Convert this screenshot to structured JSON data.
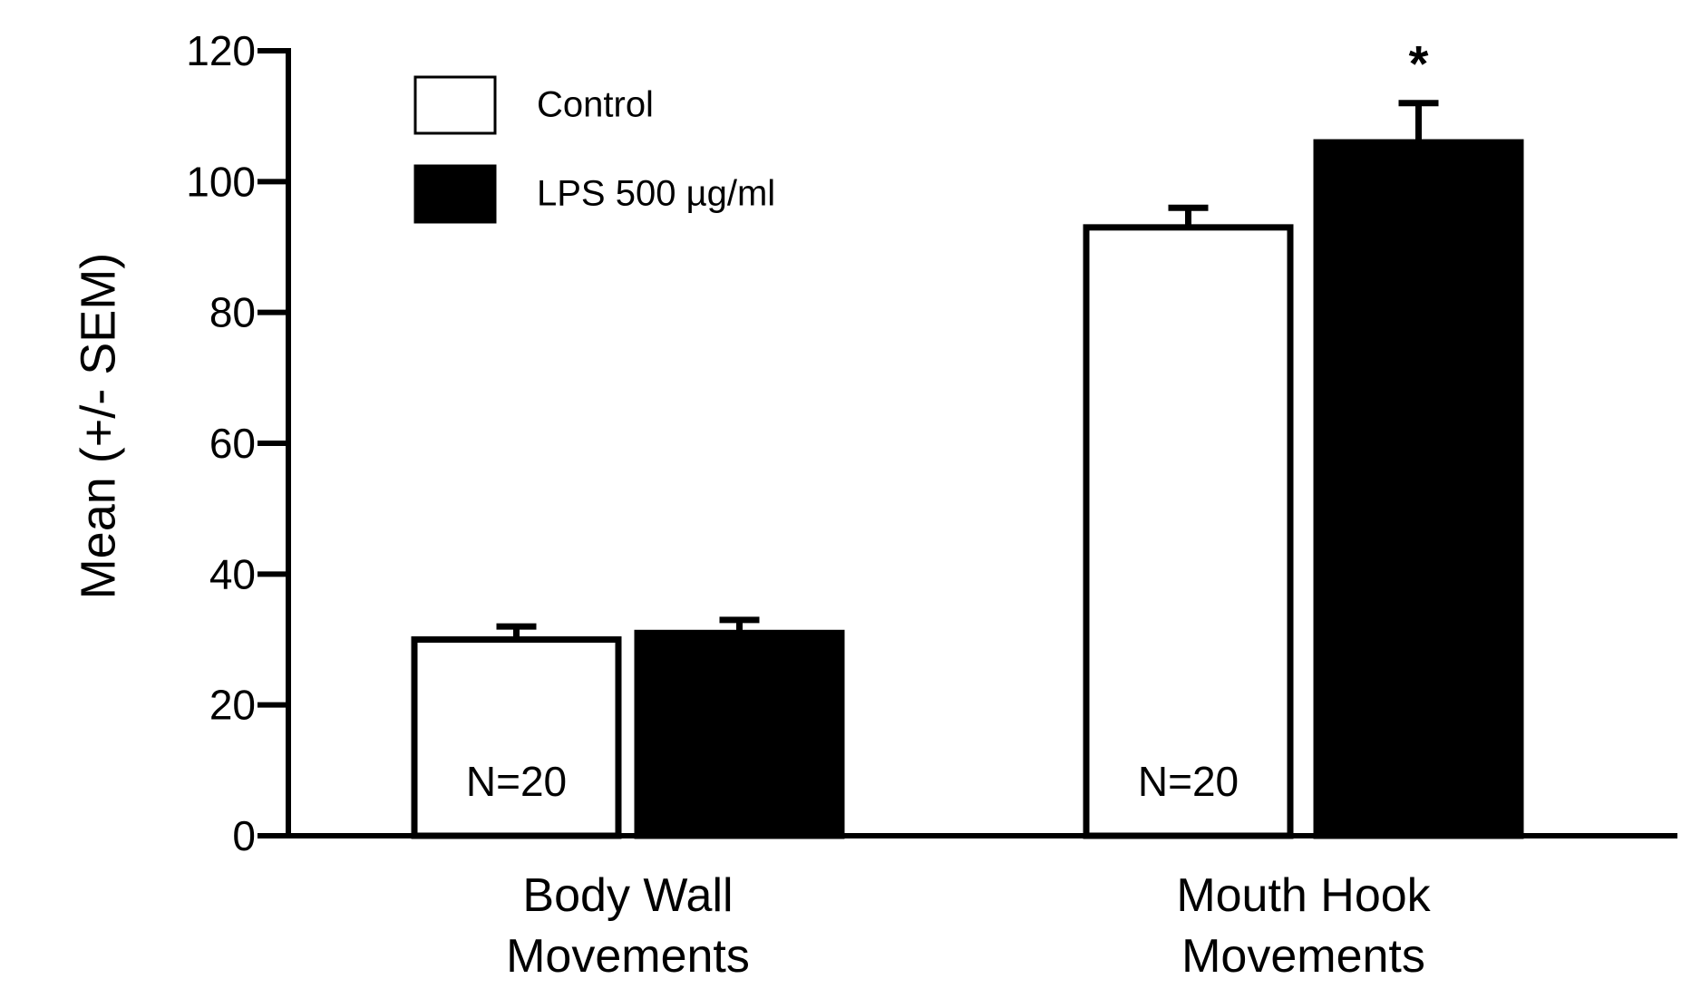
{
  "chart_data": {
    "type": "bar",
    "title": "",
    "ylabel": "Mean (+/- SEM)",
    "xlabel": "",
    "ylim": [
      0,
      120
    ],
    "yticks": [
      0,
      20,
      40,
      60,
      80,
      100,
      120
    ],
    "grid": false,
    "legend_position": "top-left",
    "categories": [
      [
        "Body Wall",
        "Movements"
      ],
      [
        "Mouth Hook",
        "Movements"
      ]
    ],
    "series": [
      {
        "name": "Control",
        "color": "#ffffff",
        "values": [
          30,
          93
        ],
        "errors": [
          2,
          3
        ]
      },
      {
        "name": "LPS 500 µg/ml",
        "color": "#000000",
        "values": [
          31,
          106
        ],
        "errors": [
          2,
          6
        ]
      }
    ],
    "annotations": [
      {
        "text": "N=20",
        "category_index": 0,
        "series_index": 0
      },
      {
        "text": "N=20",
        "category_index": 1,
        "series_index": 0
      },
      {
        "text": "*",
        "category_index": 1,
        "series_index": 1
      }
    ]
  }
}
